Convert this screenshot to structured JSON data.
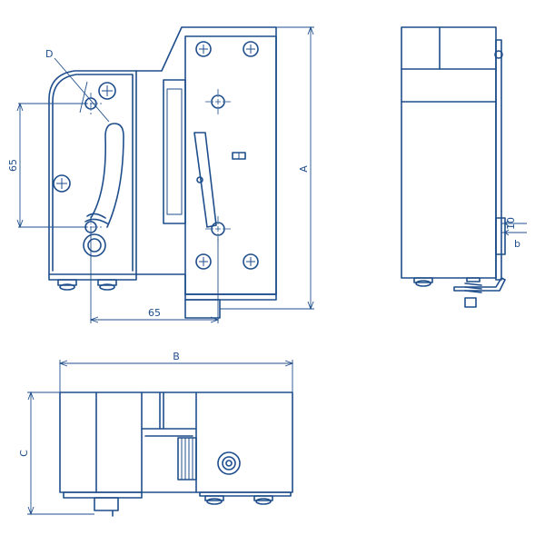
{
  "dimensions": {
    "handle_pitch_vertical": "65",
    "handle_pitch_horizontal": "65",
    "height": "A",
    "length": "B",
    "depth": "C",
    "angle": "D",
    "stroke": "10",
    "lower_offset": "b"
  },
  "colors": {
    "line": "#1f4e8c",
    "background": "#ffffff"
  }
}
